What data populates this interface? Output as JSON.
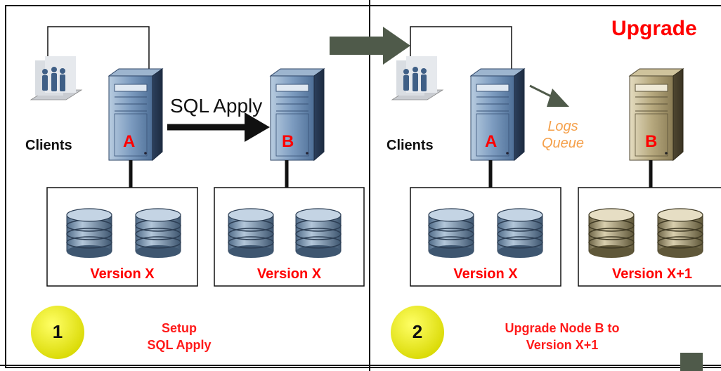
{
  "diagram": {
    "panel1": {
      "clients_label": "Clients",
      "node_a": "A",
      "node_b": "B",
      "link_label": "SQL Apply",
      "version_left": "Version X",
      "version_right": "Version X",
      "step_number": "1",
      "step_line1": "Setup",
      "step_line2": "SQL Apply"
    },
    "panel2": {
      "title": "Upgrade",
      "clients_label": "Clients",
      "node_a": "A",
      "node_b": "B",
      "logs_line1": "Logs",
      "logs_line2": "Queue",
      "version_left": "Version X",
      "version_right": "Version X+1",
      "step_number": "2",
      "step_line1": "Upgrade Node B to",
      "step_line2": "Version X+1"
    },
    "colors": {
      "server_blue": "#5a7ea8",
      "server_tan": "#9b8c63",
      "disk_blue": "#6f8fad",
      "disk_tan": "#a39872",
      "step_circle": "#f2f200",
      "label_red": "#ff0000",
      "logs_orange": "#f5a04a",
      "transition_arrow": "#4f5a4a"
    }
  }
}
